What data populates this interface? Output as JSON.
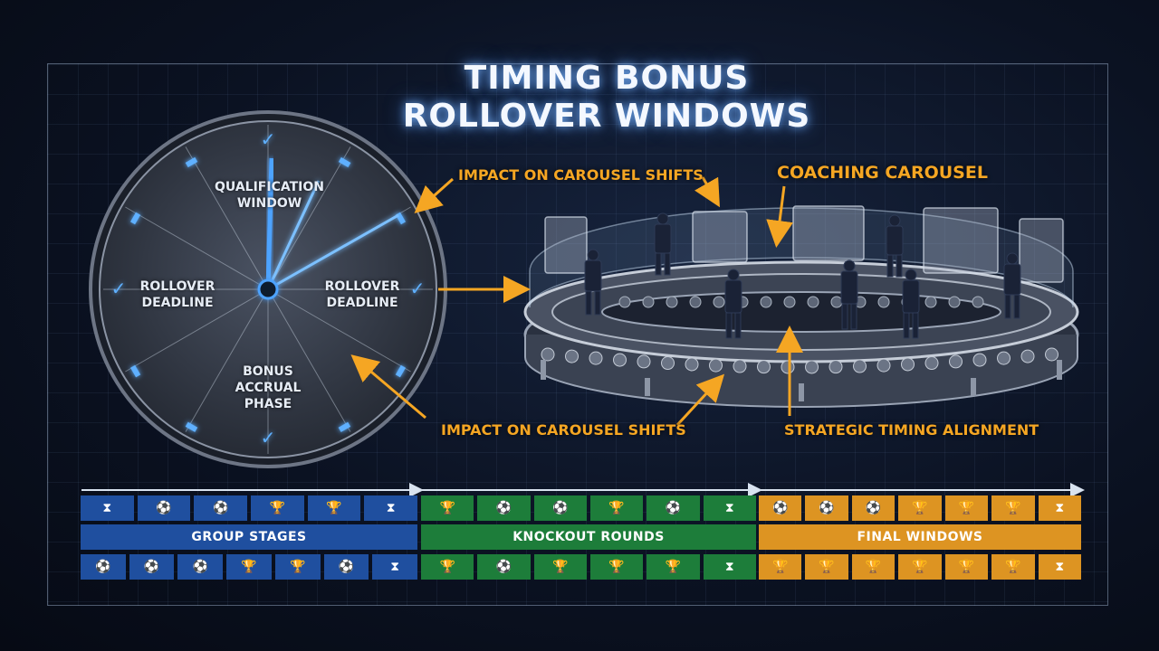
{
  "title": {
    "line1": "TIMING BONUS",
    "line2": "ROLLOVER WINDOWS"
  },
  "clock": {
    "qualification": "QUALIFICATION\nWINDOW",
    "rollover_left": "ROLLOVER\nDEADLINE",
    "rollover_right": "ROLLOVER\nDEADLINE",
    "bonus": "BONUS\nACCRUAL\nPHASE"
  },
  "callouts": {
    "impact_top": "IMPACT ON CAROUSEL SHIFTS",
    "coaching": "COACHING CAROUSEL",
    "impact_bottom": "IMPACT ON CAROUSEL SHIFTS",
    "strategic": "STRATEGIC TIMING ALIGNMENT"
  },
  "phases": [
    {
      "label": "GROUP STAGES",
      "color": "#1f4f9f",
      "top_icons": [
        "hourglass-icon",
        "ball-icon",
        "ball-icon",
        "trophy-icon",
        "trophy-icon",
        "hourglass-icon"
      ],
      "bottom_icons": [
        "ball-icon",
        "ball-icon",
        "ball-icon",
        "trophy-icon",
        "trophy-icon",
        "ball-icon",
        "hourglass-icon"
      ]
    },
    {
      "label": "KNOCKOUT ROUNDS",
      "color": "#1d7d3a",
      "top_icons": [
        "trophy-icon",
        "ball-icon",
        "ball-icon",
        "trophy-icon",
        "ball-icon",
        "hourglass-icon"
      ],
      "bottom_icons": [
        "trophy-icon",
        "ball-icon",
        "trophy-icon",
        "trophy-icon",
        "trophy-icon",
        "hourglass-icon"
      ]
    },
    {
      "label": "FINAL WINDOWS",
      "color": "#dd9422",
      "top_icons": [
        "ball-icon",
        "ball-icon",
        "ball-icon",
        "trophy-icon",
        "trophy-icon",
        "trophy-icon",
        "hourglass-icon"
      ],
      "bottom_icons": [
        "trophy-icon",
        "trophy-icon",
        "trophy-icon",
        "trophy-icon",
        "trophy-icon",
        "trophy-icon",
        "hourglass-icon"
      ]
    }
  ],
  "icon_glyphs": {
    "hourglass-icon": "⧗",
    "ball-icon": "⚽",
    "trophy-icon": "🏆"
  },
  "colors": {
    "accent_blue": "#4da3ff",
    "callout_orange": "#f5a623"
  }
}
